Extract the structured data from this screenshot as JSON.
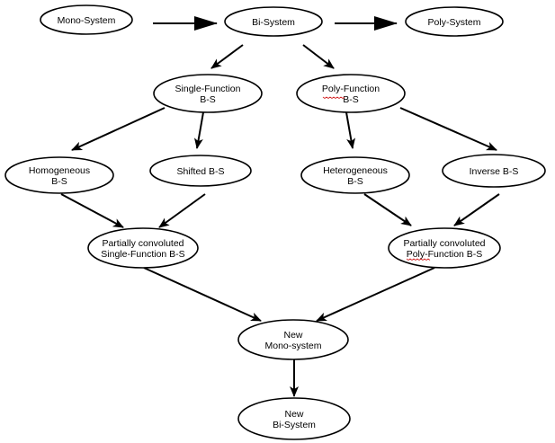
{
  "nodes": [
    {
      "id": "mono-system",
      "lines": [
        "Mono-System"
      ]
    },
    {
      "id": "bi-system",
      "lines": [
        "Bi-System"
      ]
    },
    {
      "id": "poly-system",
      "lines": [
        "Poly-System"
      ]
    },
    {
      "id": "single-function-bs",
      "lines": [
        "Single-Function",
        "B-S"
      ]
    },
    {
      "id": "poly-function-bs",
      "lines": [
        "Poly-Function",
        "B-S"
      ]
    },
    {
      "id": "homogeneous-bs",
      "lines": [
        "Homogeneous",
        "B-S"
      ]
    },
    {
      "id": "shifted-bs",
      "lines": [
        "Shifted B-S"
      ]
    },
    {
      "id": "heterogeneous-bs",
      "lines": [
        "Heterogeneous",
        "B-S"
      ]
    },
    {
      "id": "inverse-bs",
      "lines": [
        "Inverse B-S"
      ]
    },
    {
      "id": "partially-convoluted-single",
      "lines": [
        "Partially convoluted",
        "Single-Function B-S"
      ]
    },
    {
      "id": "partially-convoluted-poly",
      "lines": [
        "Partially convoluted",
        "Poly-Function B-S"
      ]
    },
    {
      "id": "new-mono-system",
      "lines": [
        "New",
        "Mono-system"
      ]
    },
    {
      "id": "new-bi-system",
      "lines": [
        "New",
        "Bi-System"
      ]
    }
  ],
  "edges": [
    {
      "from": "mono-system",
      "to": "bi-system",
      "style": "thick"
    },
    {
      "from": "bi-system",
      "to": "poly-system",
      "style": "thick"
    },
    {
      "from": "bi-system",
      "to": "single-function-bs",
      "style": "normal"
    },
    {
      "from": "bi-system",
      "to": "poly-function-bs",
      "style": "normal"
    },
    {
      "from": "single-function-bs",
      "to": "homogeneous-bs",
      "style": "normal"
    },
    {
      "from": "single-function-bs",
      "to": "shifted-bs",
      "style": "normal"
    },
    {
      "from": "poly-function-bs",
      "to": "heterogeneous-bs",
      "style": "normal"
    },
    {
      "from": "poly-function-bs",
      "to": "inverse-bs",
      "style": "normal"
    },
    {
      "from": "homogeneous-bs",
      "to": "partially-convoluted-single",
      "style": "normal"
    },
    {
      "from": "shifted-bs",
      "to": "partially-convoluted-single",
      "style": "normal"
    },
    {
      "from": "heterogeneous-bs",
      "to": "partially-convoluted-poly",
      "style": "normal"
    },
    {
      "from": "inverse-bs",
      "to": "partially-convoluted-poly",
      "style": "normal"
    },
    {
      "from": "partially-convoluted-single",
      "to": "new-mono-system",
      "style": "normal"
    },
    {
      "from": "partially-convoluted-poly",
      "to": "new-mono-system",
      "style": "normal"
    },
    {
      "from": "new-mono-system",
      "to": "new-bi-system",
      "style": "normal"
    }
  ]
}
